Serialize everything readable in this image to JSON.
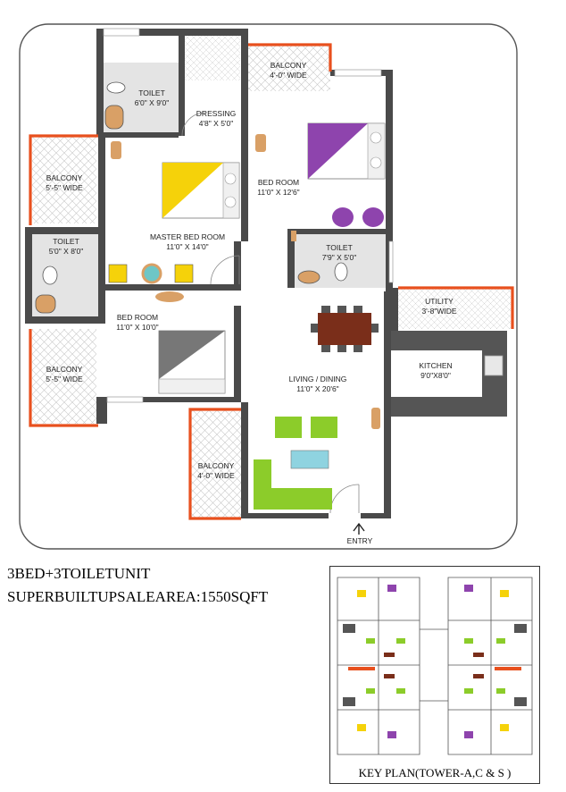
{
  "rooms": {
    "toilet_1": {
      "name": "TOILET",
      "size": "6'0\" X 9'0\""
    },
    "dressing": {
      "name": "DRESSING",
      "size": "4'8\" X 5'0\""
    },
    "balcony_top": {
      "name": "BALCONY",
      "size": "4'-0\" WIDE"
    },
    "balcony_left_top": {
      "name": "BALCONY",
      "size": "5'-5\" WIDE"
    },
    "bed_room_1": {
      "name": "BED ROOM",
      "size": "11'0\" X 12'6\""
    },
    "master_bed": {
      "name": "MASTER BED ROOM",
      "size": "11'0\" X 14'0\""
    },
    "toilet_2": {
      "name": "TOILET",
      "size": "5'0\" X 8'0\""
    },
    "toilet_3": {
      "name": "TOILET",
      "size": "7'9\" X 5'0\""
    },
    "utility": {
      "name": "UTILITY",
      "size": "3'-8\"WIDE"
    },
    "bed_room_2": {
      "name": "BED ROOM",
      "size": "11'0\" X 10'0\""
    },
    "balcony_left_bottom": {
      "name": "BALCONY",
      "size": "5'-5\" WIDE"
    },
    "kitchen": {
      "name": "KITCHEN",
      "size": "9'0\"X8'0\""
    },
    "living_dining": {
      "name": "LIVING / DINING",
      "size": "11'0\" X 20'6\""
    },
    "balcony_bottom": {
      "name": "BALCONY",
      "size": "4'-0\" WIDE"
    }
  },
  "entry_label": "ENTRY",
  "info": {
    "line1": "3BED+3TOILETUNIT",
    "line2": "SUPERBUILTUPSALEAREA:1550SQFT"
  },
  "key_plan": {
    "title": "KEY PLAN(TOWER-A,C & S )"
  },
  "colors": {
    "wall": "#4a4a4a",
    "balcony_rail": "#e8501e",
    "master_bed_accent": "#f5d20a",
    "bed_room_accent": "#8e44ad",
    "sofa": "#8ccc2a",
    "dining_table": "#7a2e1a"
  }
}
